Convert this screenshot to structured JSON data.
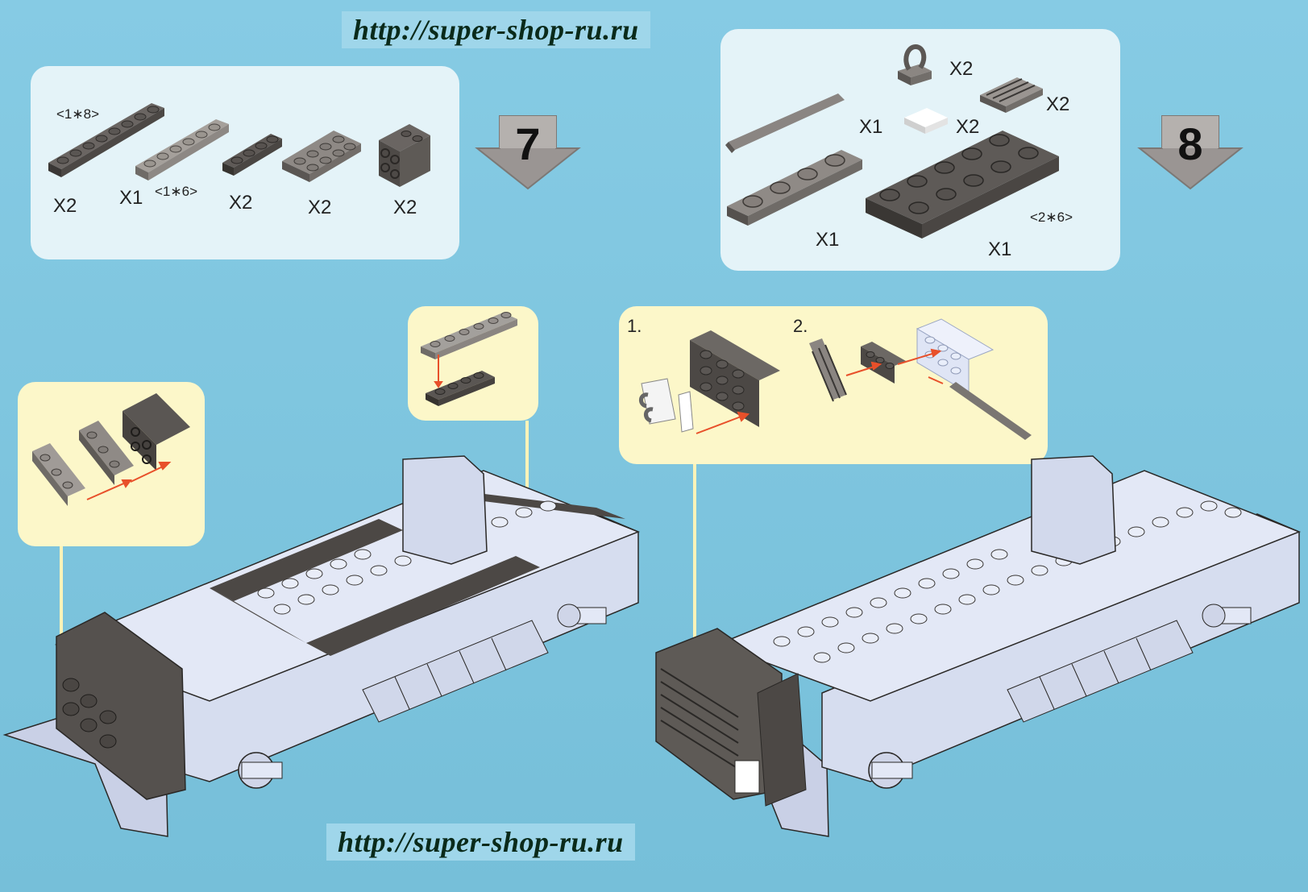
{
  "watermark": {
    "top": "http://super-shop-ru.ru",
    "bottom": "http://super-shop-ru.ru"
  },
  "step7": {
    "number": "7",
    "parts": [
      {
        "name": "plate-1x8",
        "dim": "<1∗8>",
        "qty": "X2"
      },
      {
        "name": "plate-1x6",
        "dim": "<1∗6>",
        "qty": "X1"
      },
      {
        "name": "plate-1x4",
        "qty": "X2"
      },
      {
        "name": "plate-2x4",
        "qty": "X2"
      },
      {
        "name": "bracket-2x2",
        "qty": "X2"
      }
    ]
  },
  "step8": {
    "number": "8",
    "parts": [
      {
        "name": "clip-1x1",
        "qty": "X2"
      },
      {
        "name": "grille-tile",
        "qty": "X2"
      },
      {
        "name": "bar",
        "qty": "X1"
      },
      {
        "name": "tile-1x1-white",
        "qty": "X2"
      },
      {
        "name": "plate-1x4",
        "qty": "X1"
      },
      {
        "name": "plate-2x6",
        "dim": "<2∗6>",
        "qty": "X1"
      }
    ],
    "substeps": [
      "1.",
      "2."
    ]
  },
  "colors": {
    "background": "#7cc4de",
    "parts_panel": "#e4f3f8",
    "callout_panel": "#fcf7c9",
    "dark_brick": "#4c4845",
    "mid_brick": "#77736f",
    "light_brick": "#d5dcee",
    "assembly_arrow": "#e8502a"
  }
}
